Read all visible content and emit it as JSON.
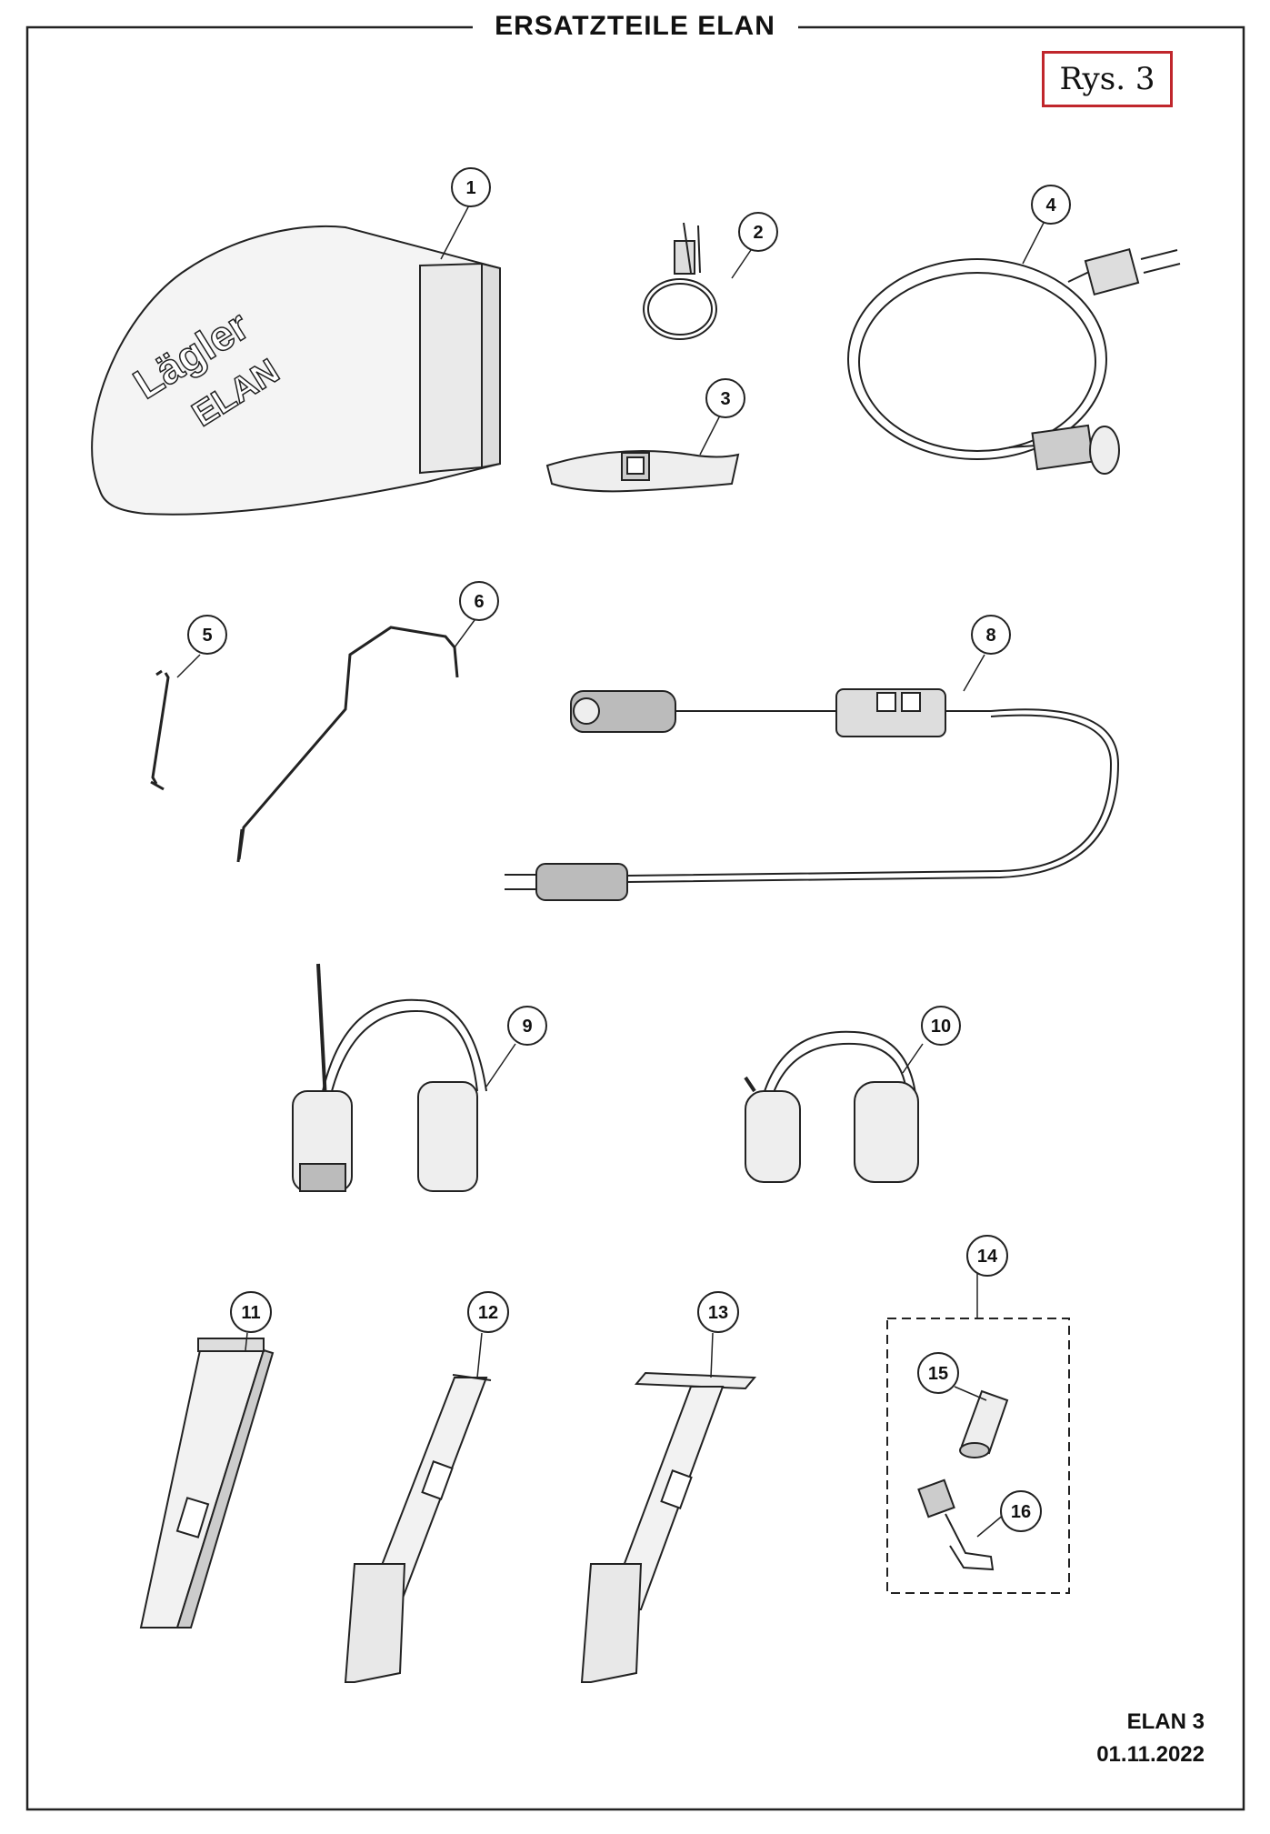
{
  "header": {
    "title": "ERSATZTEILE ELAN",
    "figure_ref": "Rys. 3"
  },
  "footer": {
    "model": "ELAN 3",
    "date": "01.11.2022"
  },
  "logo": {
    "brand": "Lägler",
    "model": "ELAN"
  },
  "callouts": [
    "1",
    "2",
    "3",
    "4",
    "5",
    "6",
    "8",
    "9",
    "10",
    "11",
    "12",
    "13",
    "14",
    "15",
    "16"
  ],
  "colors": {
    "line": "#222222",
    "frame_accent": "#c0262c"
  }
}
